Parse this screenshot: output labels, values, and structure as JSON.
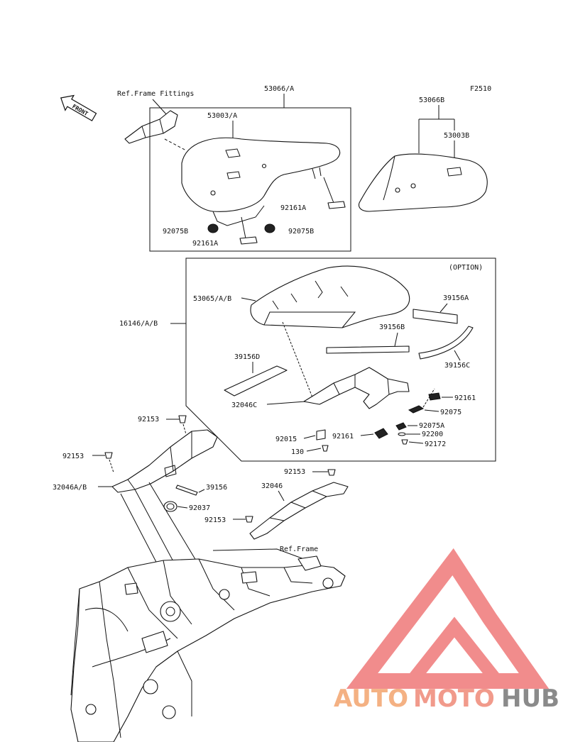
{
  "figure_code": "F2510",
  "front_label": "FRONT",
  "option_label": "(OPTION)",
  "watermark": {
    "word_a": "AUTO",
    "word_b": "MOTO",
    "word_c": "HUB",
    "color_a": "#f4b183",
    "color_b": "#f19a8b",
    "color_c": "#8a8a8a",
    "logo_color": "#f08080"
  },
  "callouts": {
    "ref_frame_fittings": "Ref.Frame Fittings",
    "p53066_a": "53066/A",
    "p53003_a": "53003/A",
    "p53066b": "53066B",
    "p53003b": "53003B",
    "p92161a_1": "92161A",
    "p92161a_2": "92161A",
    "p92075b_1": "92075B",
    "p92075b_2": "92075B",
    "p16146": "16146/A/B",
    "p53065": "53065/A/B",
    "p39156a": "39156A",
    "p39156b": "39156B",
    "p39156c": "39156C",
    "p39156d": "39156D",
    "p32046c": "32046C",
    "p92161_1": "92161",
    "p92161_2": "92161",
    "p92075": "92075",
    "p92075a": "92075A",
    "p92200": "92200",
    "p92172": "92172",
    "p92015": "92015",
    "p130": "130",
    "p92153_1": "92153",
    "p92153_2": "92153",
    "p92153_3": "92153",
    "p92153_4": "92153",
    "p32046ab": "32046A/B",
    "p39156": "39156",
    "p92037": "92037",
    "p32046": "32046",
    "ref_frame": "Ref.Frame"
  }
}
